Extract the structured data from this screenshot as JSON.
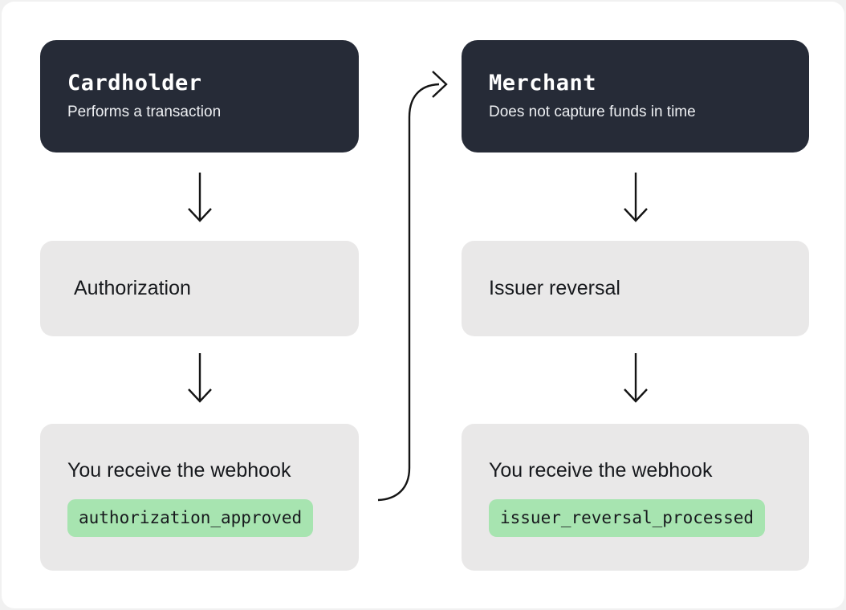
{
  "colors": {
    "page_background": "#f1f1f1",
    "card_background": "#ffffff",
    "actor_box_bg": "#262b37",
    "actor_title_color": "#ffffff",
    "actor_subtitle_color": "#eef0f3",
    "step_box_bg": "#e9e8e8",
    "body_text": "#17191d",
    "badge_bg": "#a7e4b0",
    "badge_text": "#17191d",
    "arrow_color": "#141414"
  },
  "flows": [
    {
      "actor_title": "Cardholder",
      "actor_subtitle": "Performs a transaction",
      "step_label": "Authorization",
      "webhook_label": "You receive the webhook",
      "webhook_event": "authorization_approved"
    },
    {
      "actor_title": "Merchant",
      "actor_subtitle": "Does not capture funds in time",
      "step_label": "Issuer reversal",
      "webhook_label": "You receive the webhook",
      "webhook_event": "issuer_reversal_processed"
    }
  ],
  "arrows": {
    "left_down_1": "cardholder to authorization",
    "left_down_2": "authorization to webhook",
    "curved": "authorization_approved webhook to merchant",
    "right_down_1": "merchant to issuer reversal",
    "right_down_2": "issuer reversal to webhook"
  }
}
